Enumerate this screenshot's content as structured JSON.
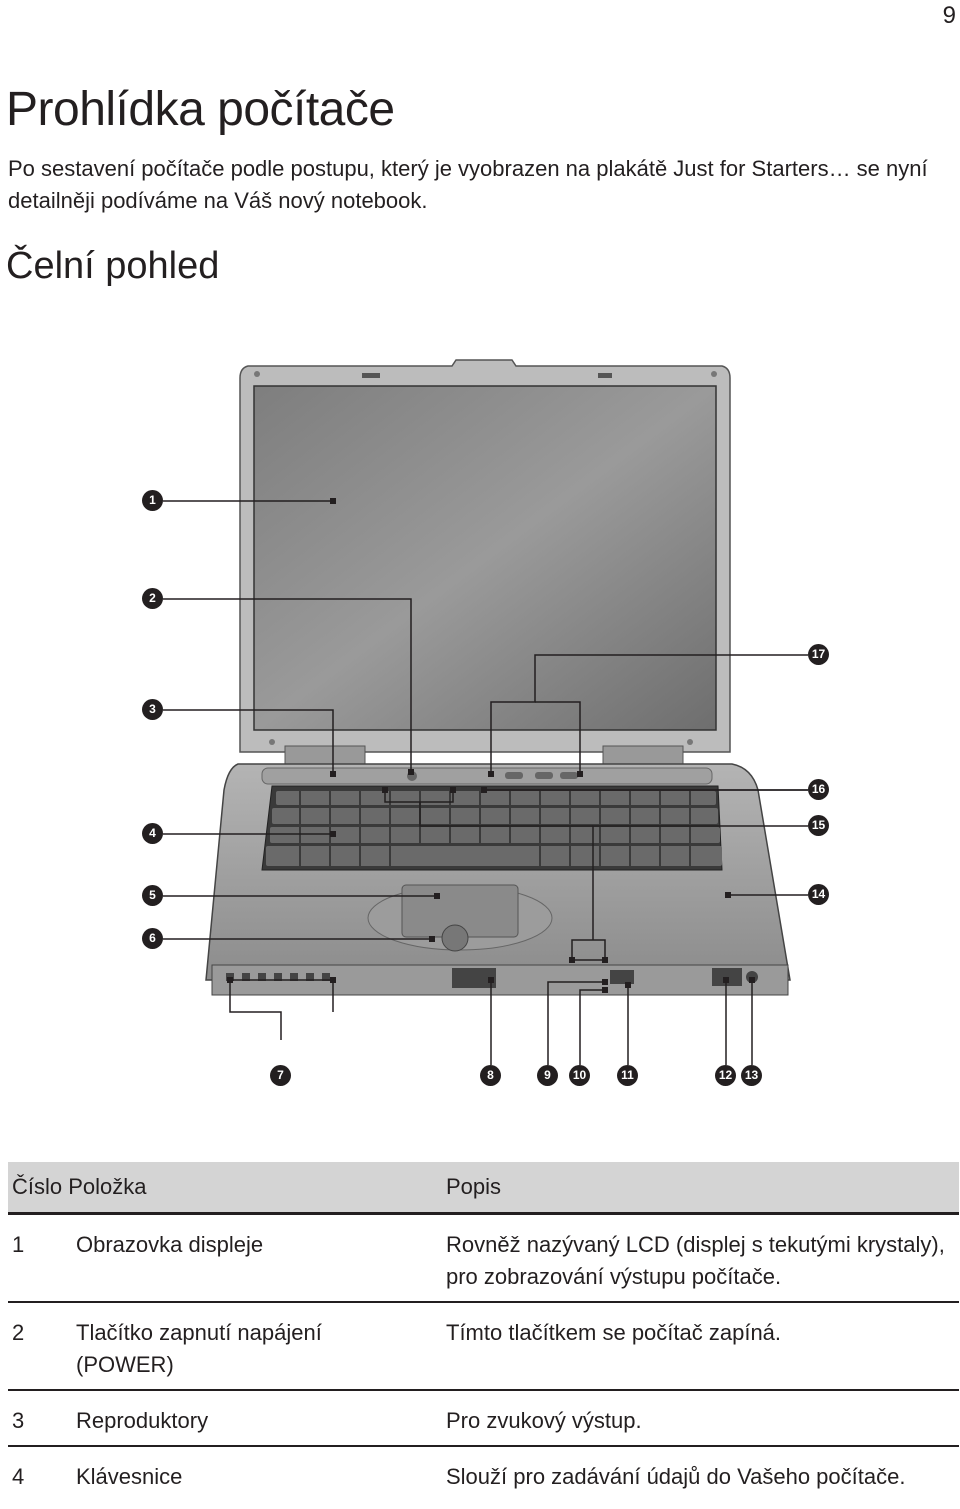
{
  "page_number": "9",
  "title": "Prohlídka počítače",
  "intro": "Po sestavení počítače podle postupu, který je vyobrazen na plakátě Just for Starters… se nyní detailněji podíváme na Váš nový notebook.",
  "section_title": "Čelní pohled",
  "figure": {
    "callouts": [
      "1",
      "2",
      "3",
      "4",
      "5",
      "6",
      "7",
      "8",
      "9",
      "10",
      "11",
      "12",
      "13",
      "14",
      "15",
      "16",
      "17"
    ]
  },
  "table": {
    "headers": {
      "number": "Číslo",
      "item": "Položka",
      "description": "Popis"
    },
    "rows": [
      {
        "number": "1",
        "item": "Obrazovka displeje",
        "description": "Rovněž nazývaný LCD (displej s tekutými krystaly), pro zobrazování výstupu počítače."
      },
      {
        "number": "2",
        "item": "Tlačítko zapnutí napájení (POWER)",
        "description": "Tímto tlačítkem se počítač zapíná."
      },
      {
        "number": "3",
        "item": "Reproduktory",
        "description": "Pro zvukový výstup."
      },
      {
        "number": "4",
        "item": "Klávesnice",
        "description": "Slouží pro zadávání údajů do Vašeho počítače."
      }
    ]
  }
}
